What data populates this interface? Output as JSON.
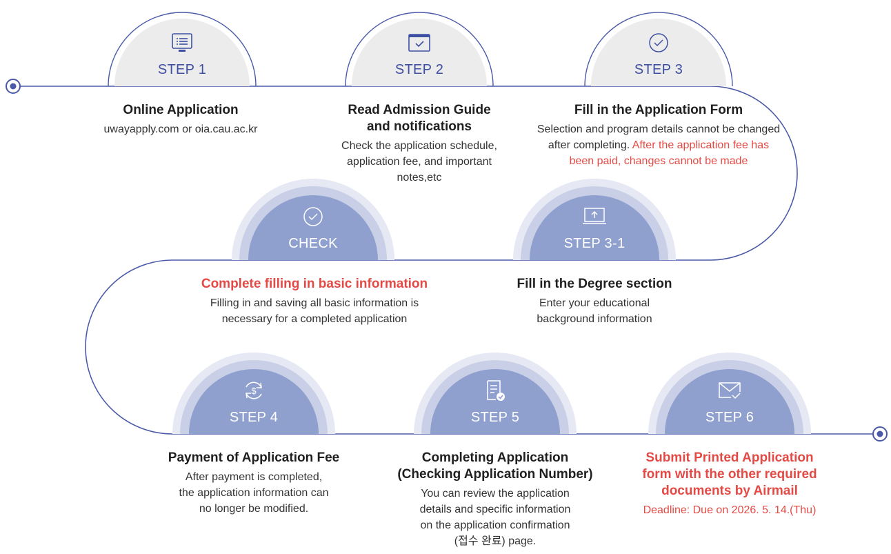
{
  "colors": {
    "flow_line": "#4a5aa8",
    "accent_red": "#e44a45",
    "badge_light_fill": "#ececec",
    "badge_dark_fill": "#8fa0cf",
    "badge_ring": "#c8cfe6",
    "badge_ring_outer": "#e6e9f4"
  },
  "steps": {
    "step1": {
      "label": "STEP 1",
      "icon": "list-monitor-icon",
      "title": "Online Application",
      "desc": "uwayapply.com or oia.cau.ac.kr"
    },
    "step2": {
      "label": "STEP 2",
      "icon": "calendar-check-icon",
      "title_line1": "Read Admission Guide",
      "title_line2": "and notifications",
      "desc_line1": "Check the application schedule,",
      "desc_line2": "application fee, and important",
      "desc_line3": "notes,etc"
    },
    "step3": {
      "label": "STEP 3",
      "icon": "check-circle-icon",
      "title": "Fill in the Application Form",
      "desc_line1": "Selection and program details cannot be changed",
      "desc_line2_black": "after completing. ",
      "desc_line2_red": "After the application fee has",
      "desc_line3_red": "been paid, changes cannot be made"
    },
    "check": {
      "label": "CHECK",
      "icon": "check-circle-icon",
      "title": "Complete filling in basic information",
      "desc_line1": "Filling in and saving all basic information is",
      "desc_line2": "necessary for a completed application"
    },
    "step3_1": {
      "label": "STEP 3-1",
      "icon": "laptop-upload-icon",
      "title": "Fill in the Degree section",
      "desc_line1": "Enter your educational",
      "desc_line2": "background information"
    },
    "step4": {
      "label": "STEP 4",
      "icon": "dollar-refresh-icon",
      "title": "Payment of Application Fee",
      "desc_line1": "After payment is completed,",
      "desc_line2": "the application information can",
      "desc_line3": "no longer be modified."
    },
    "step5": {
      "label": "STEP 5",
      "icon": "document-check-icon",
      "title_line1": "Completing Application",
      "title_line2": "(Checking Application Number)",
      "desc_line1": "You can review the application",
      "desc_line2": "details and specific information",
      "desc_line3": "on the application confirmation",
      "desc_line4": "(접수 완료) page."
    },
    "step6": {
      "label": "STEP 6",
      "icon": "mail-check-icon",
      "title_line1": "Submit Printed Application",
      "title_line2": "form with the other required",
      "title_line3": "documents by Airmail",
      "desc": "Deadline: Due on 2026. 5. 14.(Thu)"
    }
  }
}
